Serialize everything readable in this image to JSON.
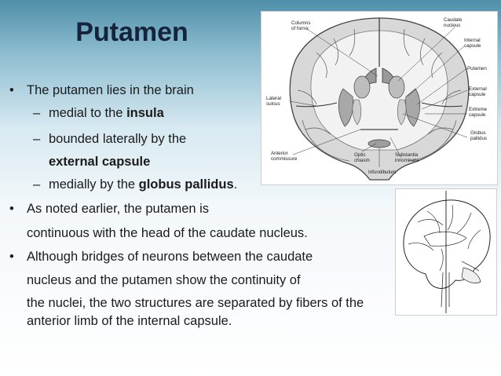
{
  "title": "Putamen",
  "bullets": {
    "b1": "The putamen lies in the brain",
    "b1a_pre": "medial to the ",
    "b1a_bold": "insula",
    "b1b_line1": "bounded laterally by the",
    "b1b_line2_bold": "external capsule",
    "b1c_pre": "medially by the ",
    "b1c_bold": "globus pallidus",
    "b1c_post": ".",
    "b2_line1": "As noted earlier, the putamen is",
    "b2_line2": "continuous with the head of the caudate nucleus.",
    "b3_line1": "Although bridges of neurons between the caudate",
    "b3_line2": "nucleus and the putamen show the continuity of",
    "b3_line3": "the nuclei, the two structures are separated by fibers of the",
    "b3_line4": "anterior limb of the internal capsule."
  },
  "figure_labels": {
    "columns_of_fornix_1": "Columns",
    "columns_of_fornix_2": "of fornix",
    "caudate_1": "Caudate",
    "caudate_2": "nucleus",
    "internal_capsule_1": "Internal",
    "internal_capsule_2": "capsule",
    "putamen": "Putamen",
    "external_capsule_1": "External",
    "external_capsule_2": "capsule",
    "extreme_capsule_1": "Extreme",
    "extreme_capsule_2": "capsule",
    "globus_pallidus_1": "Globus",
    "globus_pallidus_2": "pallidus",
    "lateral_sulcus_1": "Lateral",
    "lateral_sulcus_2": "sulcus",
    "anterior_commissure_1": "Anterior",
    "anterior_commissure_2": "commissure",
    "optic_chiasm_1": "Optic",
    "optic_chiasm_2": "chiasm",
    "substantia_innominata_1": "Substantia",
    "substantia_innominata_2": "innominata",
    "infundibulum": "Infundibulum"
  },
  "colors": {
    "title": "#15233b",
    "header_band": "#4f8fa9"
  }
}
